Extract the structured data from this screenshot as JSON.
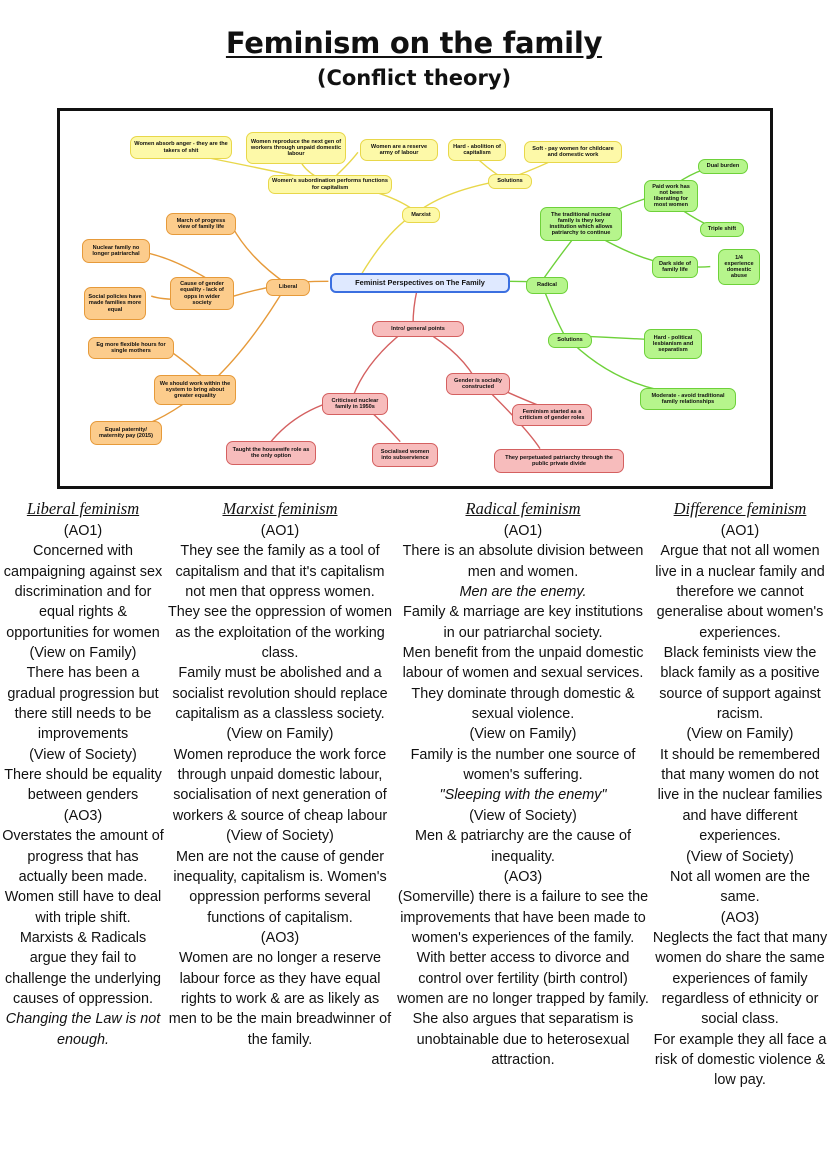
{
  "header": {
    "title": "Feminism on the family",
    "subtitle": "(Conflict theory)"
  },
  "mindmap": {
    "center": "Feminist Perspectives on The Family",
    "marxist": {
      "label": "Marxist",
      "subordination": "Women's subordination performs functions for capitalism",
      "anger": "Women absorb anger - they are the takers of shit",
      "reproduce": "Women reproduce the next gen of workers through unpaid domestic labour",
      "reserve": "Women are a reserve army of labour",
      "solutions": "Solutions",
      "abolition": "Hard - abolition of capitalism",
      "soft": "Soft - pay women for childcare and domestic work"
    },
    "liberal": {
      "label": "Liberal",
      "march": "March of progress view of family life",
      "cause": "Cause of gender equality - lack of opps in wider society",
      "nuclear": "Nuclear family no longer patriarchal",
      "policies": "Social policies have made families more equal",
      "flexible": "Eg more flexible hours for single mothers",
      "work_within": "We should work within the system to bring about greater equality",
      "paternity": "Equal paternity/ maternity pay (2015)"
    },
    "radical": {
      "label": "Radical",
      "traditional": "The traditional nuclear family is they key institution which allows patriarchy to continue",
      "paid_work": "Paid work has not been liberating for most women",
      "dual": "Dual burden",
      "triple": "Triple shift",
      "dark": "Dark side of family life",
      "quarter": "1/4 experience domestic abuse",
      "solutions": "Solutions",
      "political": "Hard - political lesbianism and separatism",
      "moderate": "Moderate - avoid traditional family relationships"
    },
    "intro": {
      "label": "Intro/ general points",
      "criticised": "Criticised nuclear family in 1950s",
      "housewife": "Taught the housewife role as the only option",
      "socialised": "Socialised women into subservience",
      "gender": "Gender is socially constructed",
      "started": "Feminism started as a criticism of gender roles",
      "perpetuated": "They perpetuated patriarchy through the public private divide"
    }
  },
  "columns": {
    "liberal": {
      "heading": "Liberal feminism",
      "lines": [
        "(AO1)",
        "Concerned with campaigning against sex discrimination and for equal rights & opportunities for women",
        "(View on Family)",
        "There has been a gradual progression but there still needs to be improvements",
        "(View of Society)",
        "There should be equality between genders",
        "(AO3)",
        "Overstates the amount of progress that has actually been made.",
        "Women still have to deal with triple shift.",
        "Marxists & Radicals argue they fail to challenge the underlying causes of oppression.",
        "Changing the Law is not enough."
      ]
    },
    "marxist": {
      "heading": "Marxist feminism",
      "lines": [
        "(AO1)",
        "They see the family as a tool of capitalism and that it's capitalism not men that oppress women.",
        "They see the oppression of women as the exploitation of the working class.",
        "Family must be abolished and a socialist revolution should replace capitalism as a classless society.",
        "(View on Family)",
        "Women reproduce the work force through unpaid domestic labour, socialisation of next generation of workers & source of cheap labour",
        "(View of Society)",
        "Men are not the cause of gender inequality, capitalism is. Women's oppression performs several functions of capitalism.",
        "(AO3)",
        "Women are no longer a reserve labour force as they have equal rights to work & are as likely as men to be the main breadwinner of the family."
      ]
    },
    "radical": {
      "heading": "Radical feminism",
      "lines": [
        "(AO1)",
        "There is an absolute division between men and women.",
        "Men are the enemy.",
        "Family & marriage are key institutions in our patriarchal society.",
        "Men benefit from the unpaid domestic labour of women and sexual services. They dominate through domestic & sexual violence.",
        "(View on Family)",
        "Family is the number one source of women's suffering.",
        "\"Sleeping with the enemy\"",
        "(View of Society)",
        "Men & patriarchy are the cause of inequality.",
        "(AO3)",
        "(Somerville) there is a failure to see the improvements that have been made to women's experiences of the family.",
        "With better access to divorce and control over fertility (birth control) women are no longer trapped by family.",
        "She also argues that separatism is unobtainable due to heterosexual attraction."
      ]
    },
    "difference": {
      "heading": "Difference feminism",
      "lines": [
        "(AO1)",
        "Argue that not all women live in a nuclear family and therefore we cannot generalise about women's experiences.",
        "Black feminists view the black family as a positive source of support against racism.",
        "(View on Family)",
        "It should be remembered that many women do not live in the nuclear families and have different experiences.",
        "(View of Society)",
        "Not all women are the same.",
        "(AO3)",
        "Neglects the fact that many women do share the same experiences of family regardless of ethnicity or social class.",
        "For example they all face a risk of domestic violence & low pay."
      ]
    }
  }
}
